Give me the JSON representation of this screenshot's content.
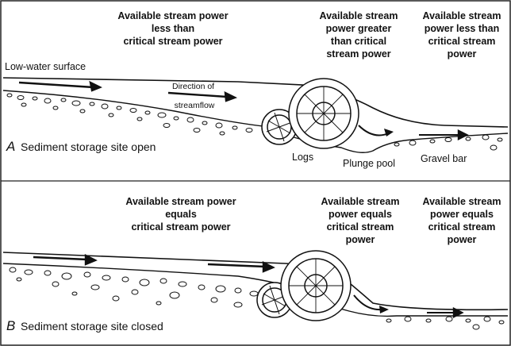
{
  "panel_a": {
    "letter": "A",
    "caption": "Sediment storage site open",
    "headings": [
      [
        "Available stream power",
        "less than",
        "critical stream power"
      ],
      [
        "Available stream",
        "power greater",
        "than critical",
        "stream power"
      ],
      [
        "Available stream",
        "power less than",
        "critical stream",
        "power"
      ]
    ],
    "low_water_label": "Low-water surface",
    "direction_label": [
      "Direction of",
      "streamflow"
    ],
    "logs_label": "Logs",
    "plunge_pool_label": "Plunge pool",
    "gravel_bar_label": "Gravel bar"
  },
  "panel_b": {
    "letter": "B",
    "caption": "Sediment storage site closed",
    "headings": [
      [
        "Available stream power",
        "equals",
        "critical stream power"
      ],
      [
        "Available stream",
        "power equals",
        "critical stream",
        "power"
      ],
      [
        "Available stream",
        "power equals",
        "critical stream",
        "power"
      ]
    ]
  }
}
